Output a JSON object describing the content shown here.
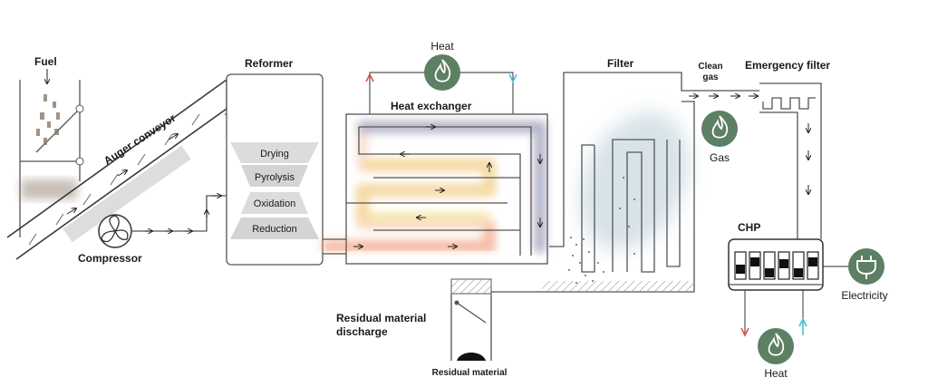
{
  "labels": {
    "fuel": "Fuel",
    "auger_conveyor": "Auger conveyor",
    "compressor": "Compressor",
    "reformer": "Reformer",
    "drying": "Drying",
    "pyrolysis": "Pyrolysis",
    "oxidation": "Oxidation",
    "reduction": "Reduction",
    "heat_top": "Heat",
    "heat_exchanger": "Heat exchanger",
    "filter": "Filter",
    "clean_gas_line1": "Clean",
    "clean_gas_line2": "gas",
    "emergency_filter": "Emergency filter",
    "gas": "Gas",
    "chp": "CHP",
    "electricity": "Electricity",
    "heat_bottom": "Heat",
    "residual_discharge_line1": "Residual material",
    "residual_discharge_line2": "discharge",
    "residual_material": "Residual material"
  },
  "icons": {
    "heat_top": "flame-icon",
    "gas": "flame-icon",
    "heat_bottom": "flame-icon",
    "electricity": "plug-icon",
    "compressor": "fan-icon"
  },
  "colors": {
    "icon_circle": "#5d7f63",
    "hot_flow": "#e05548",
    "cold_flow": "#3fc4d6",
    "gas_path_blue": "#6f8fc8",
    "gas_path_yellow": "#f0d77a",
    "gas_path_orange": "#f0a080",
    "mist": "#b8ccd8"
  }
}
